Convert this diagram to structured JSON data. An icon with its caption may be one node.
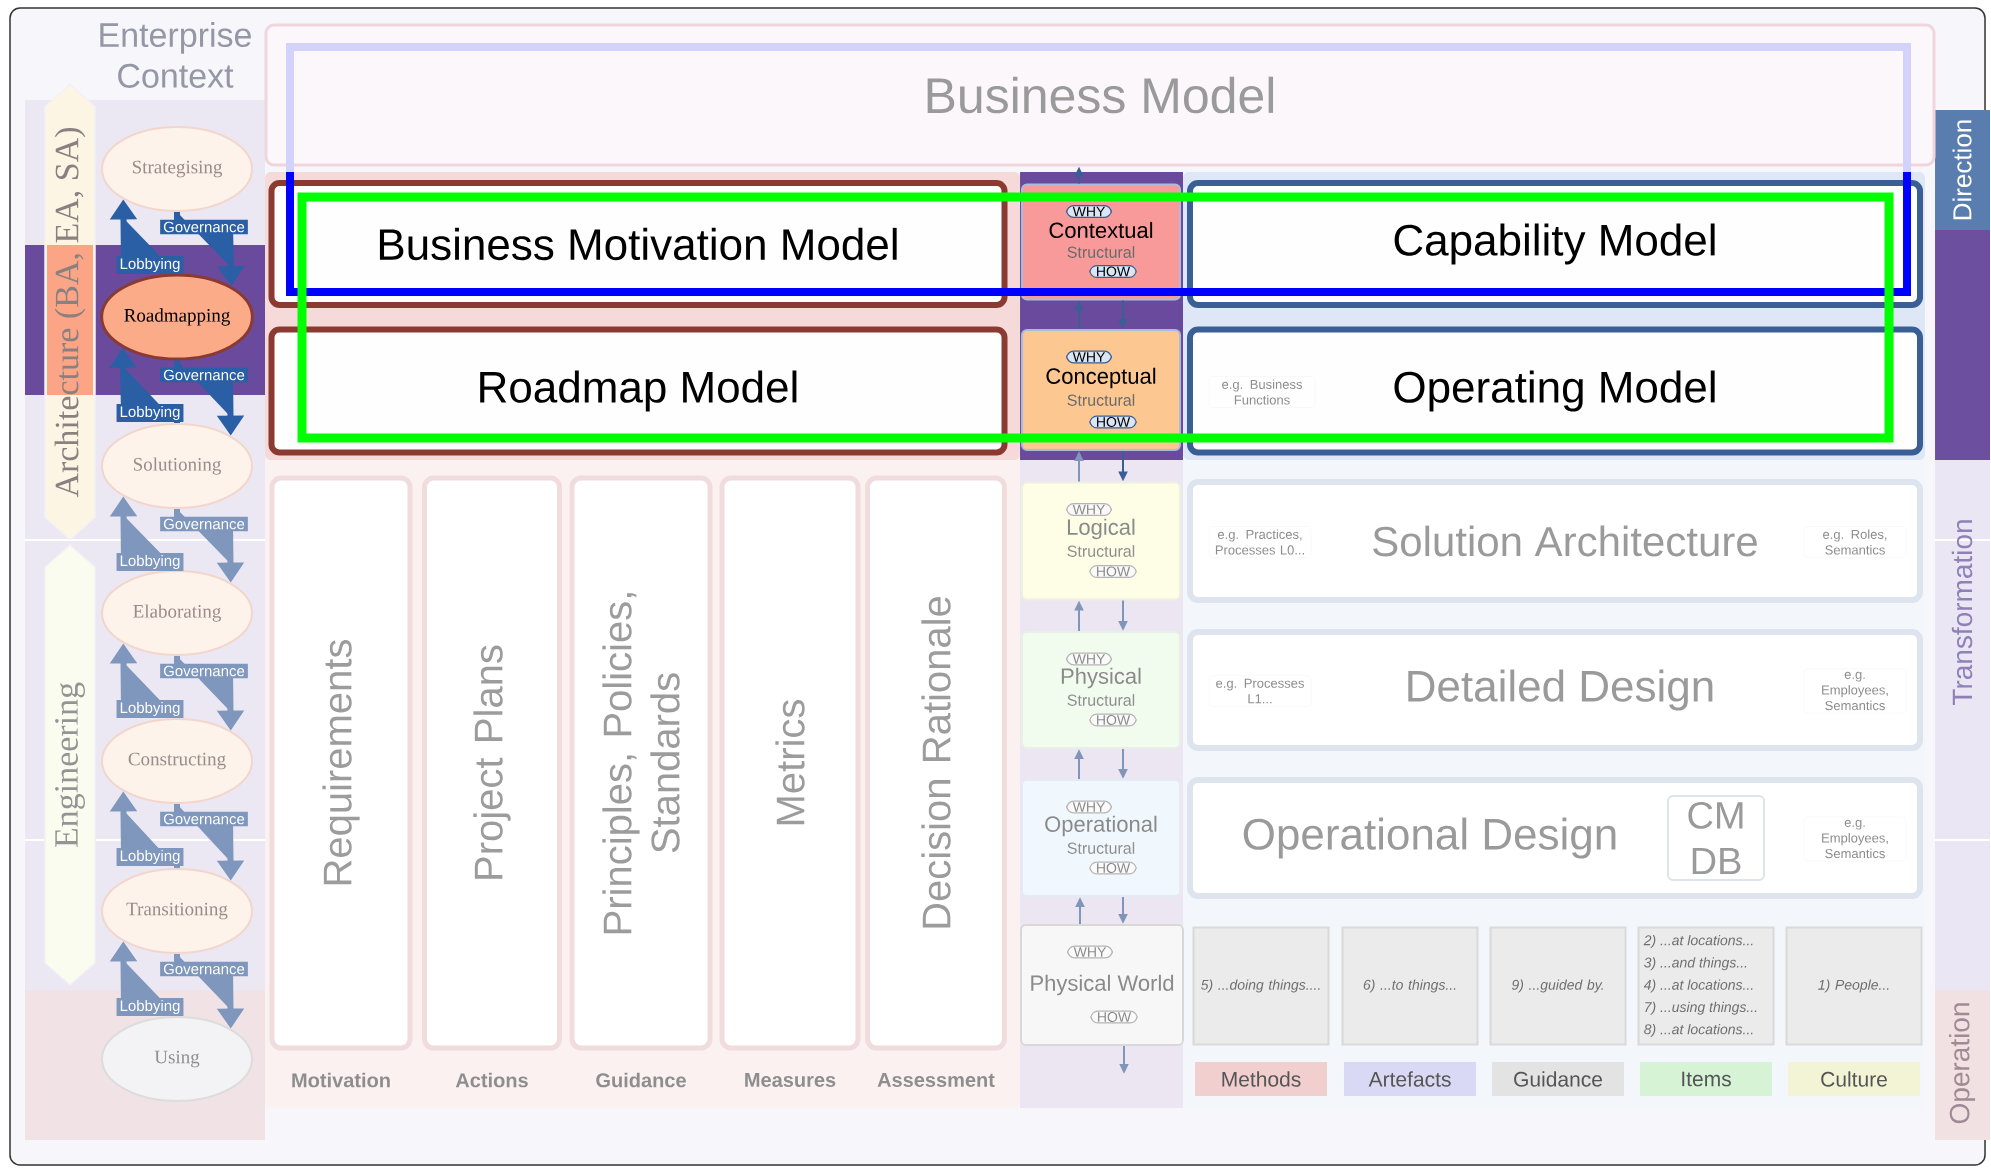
{
  "diagram": {
    "nodes": [
      {
        "text": [
          "Business Model"
        ]
      },
      {
        "text": [
          "Architecture (BA, EA, SA)"
        ]
      },
      {
        "text": [
          "Engineering"
        ]
      },
      {
        "text": [
          "Strategising"
        ]
      },
      {
        "text": [
          "Roadmapping"
        ]
      },
      {
        "text": [
          "Solutioning"
        ]
      },
      {
        "text": [
          "Elaborating"
        ]
      },
      {
        "text": [
          "Constructing"
        ]
      },
      {
        "text": [
          "Transitioning"
        ]
      },
      {
        "text": [
          "Using"
        ]
      },
      {
        "text": [
          "Business Motivation Model"
        ]
      },
      {
        "text": [
          "WHY",
          "Contextual",
          "Structural",
          "HOW"
        ]
      },
      {
        "text": [
          "Capability Model"
        ]
      },
      {
        "text": [
          "Roadmap Model"
        ]
      },
      {
        "text": [
          "WHY",
          "Conceptual",
          "Structural",
          "HOW"
        ]
      },
      {
        "text": [
          "Operating Model"
        ]
      },
      {
        "text": [
          "e.g. Business Functions"
        ],
        "in": 15
      },
      {
        "text": [
          "Requirements"
        ]
      },
      {
        "text": [
          "Project Plans"
        ]
      },
      {
        "text": [
          "Principles, Policies, Standards"
        ]
      },
      {
        "text": [
          "Metrics"
        ]
      },
      {
        "text": [
          "Decision Rationale"
        ]
      },
      {
        "text": [
          "WHY",
          "Logical",
          "Structural",
          "HOW"
        ]
      },
      {
        "text": [
          "Solution Architecture"
        ]
      },
      {
        "text": [
          "e.g. Practices, Processes L0..."
        ],
        "in": 23
      },
      {
        "text": [
          "e.g. Roles, Semantics"
        ],
        "in": 23
      },
      {
        "text": [
          "WHY",
          "Physical",
          "Structural",
          "HOW"
        ]
      },
      {
        "text": [
          "Detailed Design"
        ]
      },
      {
        "text": [
          "e.g. Processes L1..."
        ],
        "in": 27
      },
      {
        "text": [
          "e.g. Employees, Semantics"
        ],
        "in": 27
      },
      {
        "text": [
          "WHY",
          "Operational",
          "Structural",
          "HOW"
        ]
      },
      {
        "text": [
          "Operational Design"
        ]
      },
      {
        "text": [
          "CM DB"
        ],
        "in": 31
      },
      {
        "text": [
          "e.g. Employees, Semantics"
        ],
        "in": 31
      },
      {
        "text": [
          "WHY",
          "Physical World",
          "HOW"
        ]
      },
      {
        "text": [
          "5) ...doing things...."
        ]
      },
      {
        "text": [
          "6) ...to things..."
        ]
      },
      {
        "text": [
          "9) ...guided by."
        ]
      },
      {
        "text": [
          "2) ...at locations...",
          "3) ...and things...",
          "4) ...at locations...",
          "7) ...using things...",
          "8) ...at locations..."
        ]
      },
      {
        "text": [
          "1) People..."
        ]
      }
    ],
    "edges": [
      {
        "from": 3,
        "to": 4,
        "arrow": "to",
        "label": "Governance",
        "style": "thick",
        "color": "#2a5fa5"
      },
      {
        "from": 4,
        "to": 3,
        "arrow": "to",
        "label": "Lobbying",
        "style": "thick",
        "color": "#2a5fa5"
      },
      {
        "from": 4,
        "to": 5,
        "arrow": "to",
        "label": "Governance",
        "style": "thick",
        "color": "#2a5fa5"
      },
      {
        "from": 5,
        "to": 4,
        "arrow": "to",
        "label": "Lobbying",
        "style": "thick",
        "color": "#2a5fa5"
      },
      {
        "from": 5,
        "to": 6,
        "arrow": "to",
        "label": "Governance",
        "style": "thick"
      },
      {
        "from": 6,
        "to": 5,
        "arrow": "to",
        "label": "Lobbying",
        "style": "thick"
      },
      {
        "from": 6,
        "to": 7,
        "arrow": "to",
        "label": "Governance",
        "style": "thick"
      },
      {
        "from": 7,
        "to": 6,
        "arrow": "to",
        "label": "Lobbying",
        "style": "thick"
      },
      {
        "from": 7,
        "to": 8,
        "arrow": "to",
        "label": "Governance",
        "style": "thick"
      },
      {
        "from": 8,
        "to": 7,
        "arrow": "to",
        "label": "Lobbying",
        "style": "thick"
      },
      {
        "from": 8,
        "to": 9,
        "arrow": "to",
        "label": "Governance",
        "style": "thick"
      },
      {
        "from": 9,
        "to": 8,
        "arrow": "to",
        "label": "Lobbying",
        "style": "thick"
      },
      {
        "from": 11,
        "to": 0,
        "arrow": "to",
        "color": "#3a5f95"
      },
      {
        "from": 11,
        "to": 14,
        "arrow": "to",
        "color": "#3a5f95"
      },
      {
        "from": 14,
        "to": 11,
        "arrow": "to",
        "color": "#3a5f95"
      },
      {
        "from": 14,
        "to": 22,
        "arrow": "to",
        "color": "#3a5f95"
      },
      {
        "from": 22,
        "to": 14,
        "arrow": "to"
      },
      {
        "from": 22,
        "to": 26,
        "arrow": "to"
      },
      {
        "from": 26,
        "to": 22,
        "arrow": "to"
      },
      {
        "from": 26,
        "to": 30,
        "arrow": "to"
      },
      {
        "from": 30,
        "to": 26,
        "arrow": "to"
      },
      {
        "from": 30,
        "to": 34,
        "arrow": "to"
      },
      {
        "from": 34,
        "to": 30,
        "arrow": "to"
      },
      {
        "from": 34,
        "to": null,
        "arrow": "to"
      }
    ],
    "labels": [
      "Enterprise Context",
      "Direction",
      "Transformation",
      "Motivation",
      "Actions",
      "Guidance",
      "Measures",
      "Assessment",
      "Operation"
    ],
    "legend": [
      {
        "text": "Methods",
        "color": "#f2cfcf"
      },
      {
        "text": "Artefacts",
        "color": "#d9d9f5"
      },
      {
        "text": "Guidance",
        "color": "#e3e3e3"
      },
      {
        "text": "Items",
        "color": "#d6f3d6"
      },
      {
        "text": "Culture",
        "color": "#f3f3d6"
      }
    ]
  }
}
